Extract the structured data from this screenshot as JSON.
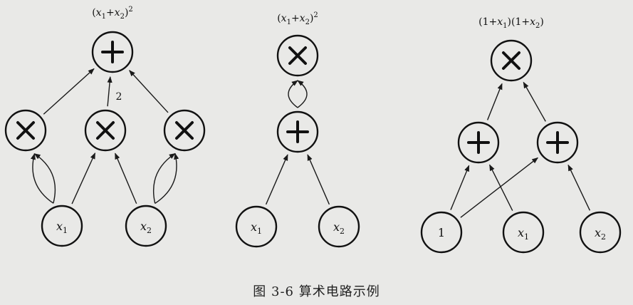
{
  "caption": "图 3-6   算术电路示例",
  "circuits": [
    {
      "output_expression": [
        {
          "t": "("
        },
        {
          "t": "x",
          "i": true
        },
        {
          "t": "1",
          "sub": true
        },
        {
          "t": "+"
        },
        {
          "t": "x",
          "i": true
        },
        {
          "t": "2",
          "sub": true
        },
        {
          "t": ")"
        },
        {
          "t": "2",
          "sup": true
        }
      ],
      "edge_label": "2",
      "nodes": [
        {
          "id": "c1_plus",
          "op": "plus"
        },
        {
          "id": "c1_mul1",
          "op": "times"
        },
        {
          "id": "c1_mul2",
          "op": "times"
        },
        {
          "id": "c1_mul3",
          "op": "times"
        },
        {
          "id": "c1_x1",
          "var": "x",
          "sub": "1"
        },
        {
          "id": "c1_x2",
          "var": "x",
          "sub": "2"
        }
      ]
    },
    {
      "output_expression": [
        {
          "t": "("
        },
        {
          "t": "x",
          "i": true
        },
        {
          "t": "1",
          "sub": true
        },
        {
          "t": "+"
        },
        {
          "t": "x",
          "i": true
        },
        {
          "t": "2",
          "sub": true
        },
        {
          "t": ")"
        },
        {
          "t": "2",
          "sup": true
        }
      ],
      "nodes": [
        {
          "id": "c2_mul",
          "op": "times"
        },
        {
          "id": "c2_plus",
          "op": "plus"
        },
        {
          "id": "c2_x1",
          "var": "x",
          "sub": "1"
        },
        {
          "id": "c2_x2",
          "var": "x",
          "sub": "2"
        }
      ]
    },
    {
      "output_expression": [
        {
          "t": "(1+"
        },
        {
          "t": "x",
          "i": true
        },
        {
          "t": "1",
          "sub": true
        },
        {
          "t": ")(1+"
        },
        {
          "t": "x",
          "i": true
        },
        {
          "t": "2",
          "sub": true
        },
        {
          "t": ")"
        }
      ],
      "nodes": [
        {
          "id": "c3_mul",
          "op": "times"
        },
        {
          "id": "c3_plus1",
          "op": "plus"
        },
        {
          "id": "c3_plus2",
          "op": "plus"
        },
        {
          "id": "c3_one",
          "const": "1"
        },
        {
          "id": "c3_x1",
          "var": "x",
          "sub": "1"
        },
        {
          "id": "c3_x2",
          "var": "x",
          "sub": "2"
        }
      ]
    }
  ]
}
